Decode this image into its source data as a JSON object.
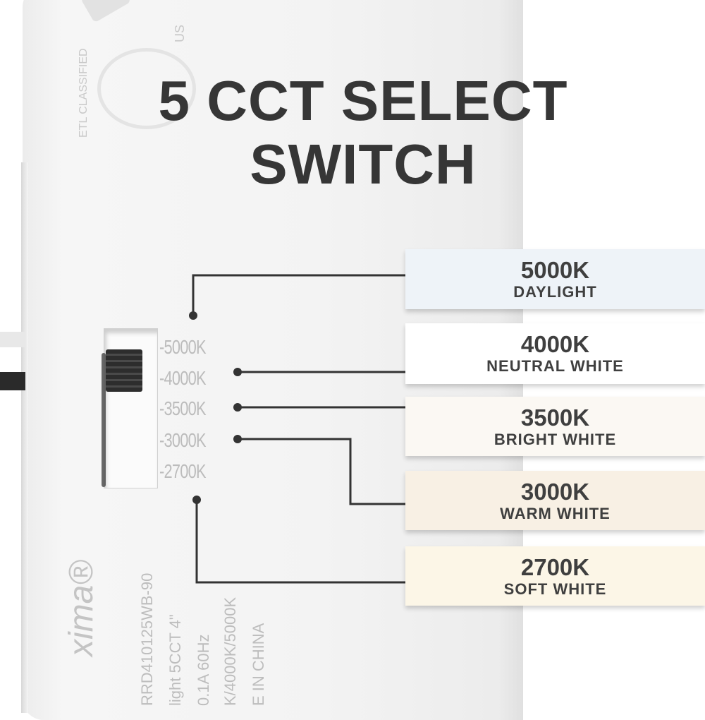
{
  "title": {
    "line1": "5 CCT SELECT",
    "line2": "SWITCH"
  },
  "device_print": {
    "etl": "ETL CLASSIFIED",
    "us": "US",
    "brand": "xima®",
    "spec_lines": [
      "RRD410125WB-90",
      "light 5CCT 4\"",
      "0.1A 60Hz",
      "K/4000K/5000K",
      "E IN CHINA"
    ]
  },
  "switch_positions": [
    "-5000K",
    "-4000K",
    "-3500K",
    "-3000K",
    "-2700K"
  ],
  "options": [
    {
      "temp": "5000K",
      "name": "DAYLIGHT",
      "color": "#eef3f8"
    },
    {
      "temp": "4000K",
      "name": "NEUTRAL WHITE",
      "color": "#ffffff"
    },
    {
      "temp": "3500K",
      "name": "BRIGHT WHITE",
      "color": "#fbf8f3"
    },
    {
      "temp": "3000K",
      "name": "WARM WHITE",
      "color": "#f8f0e4"
    },
    {
      "temp": "2700K",
      "name": "SOFT WHITE",
      "color": "#fcf6e7"
    }
  ],
  "colors": {
    "text": "#3f3f3f",
    "line": "#333333"
  }
}
